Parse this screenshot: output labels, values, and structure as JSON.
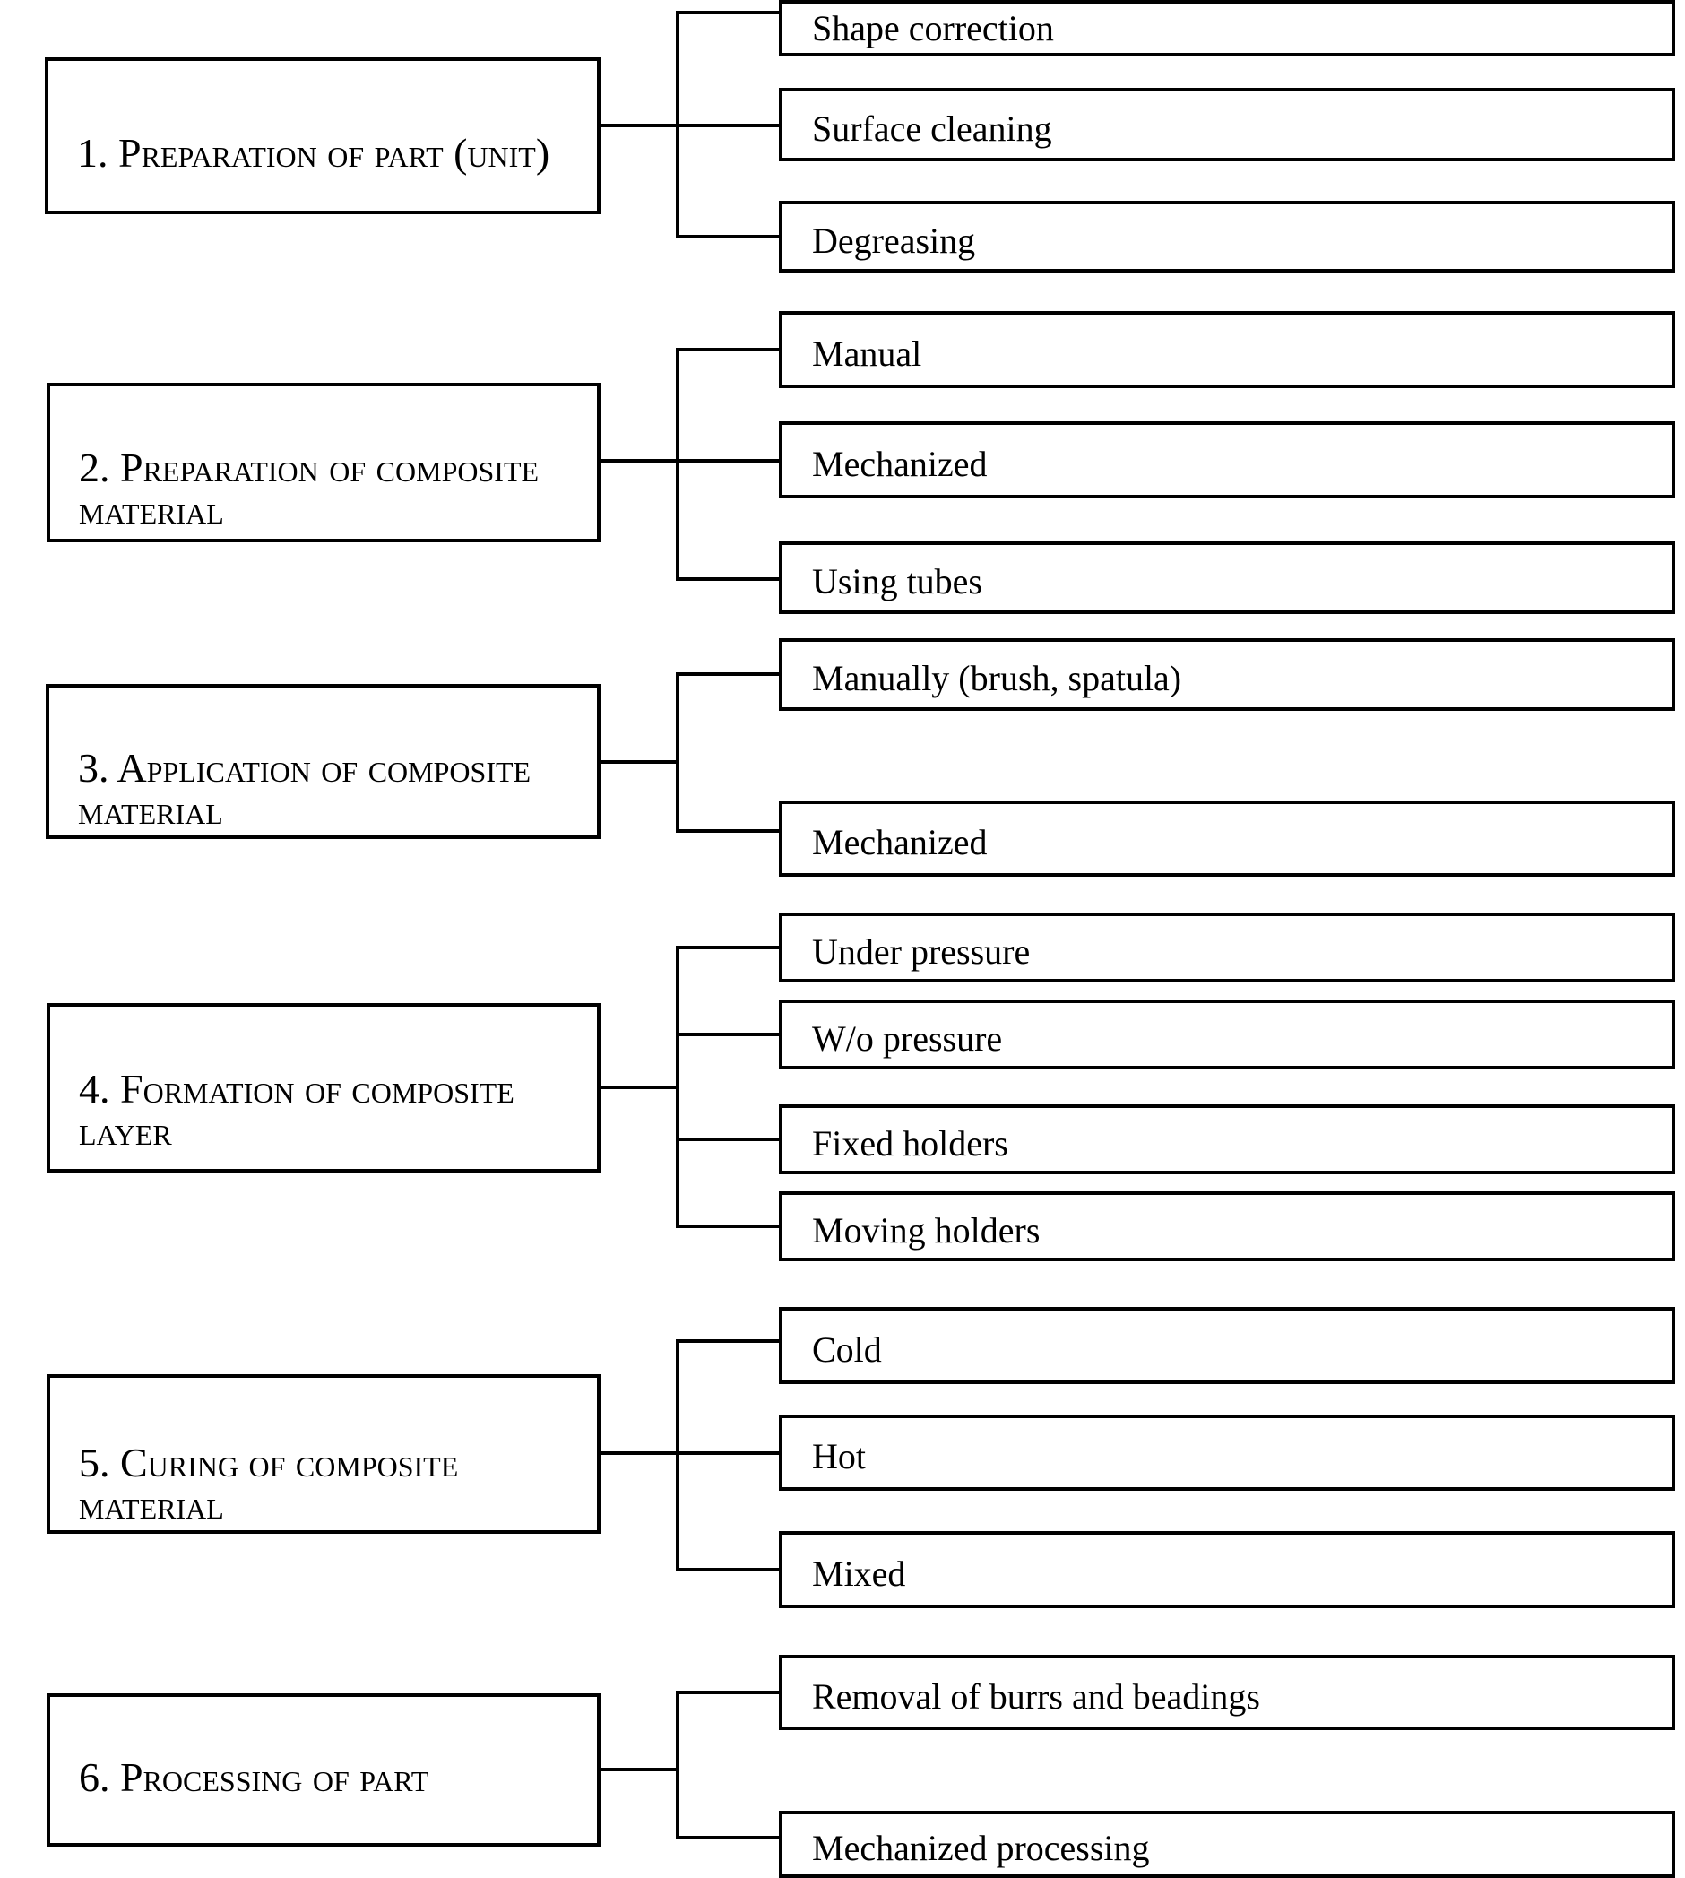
{
  "colors": {
    "background": "#ffffff",
    "line": "#000000",
    "text": "#000000"
  },
  "groups": [
    {
      "parent_label": "1. Preparation of part (unit)",
      "children": [
        "Shape correction",
        "Surface cleaning",
        "Degreasing"
      ]
    },
    {
      "parent_label": "2. Preparation of composite material",
      "children": [
        "Manual",
        "Mechanized",
        "Using tubes"
      ]
    },
    {
      "parent_label": "3. Application of composite material",
      "children": [
        "Manually (brush, spatula)",
        "Mechanized"
      ]
    },
    {
      "parent_label": "4. Formation of composite layer",
      "children": [
        "Under pressure",
        "W/o pressure",
        "Fixed holders",
        "Moving holders"
      ]
    },
    {
      "parent_label": "5. Curing of composite material",
      "children": [
        "Cold",
        "Hot",
        "Mixed"
      ]
    },
    {
      "parent_label": "6. Processing of part",
      "children": [
        "Removal of burrs and beadings",
        "Mechanized processing"
      ]
    }
  ]
}
